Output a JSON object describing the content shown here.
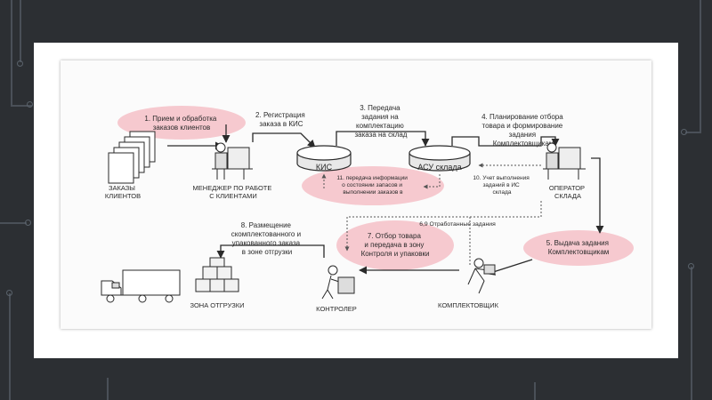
{
  "steps": {
    "s1": [
      "1. Прием и обработка",
      "заказов клиентов"
    ],
    "s2": [
      "2. Регистрация",
      "заказа в КИС"
    ],
    "s3": [
      "3. Передача",
      "задания на",
      "комплектацию",
      "заказа на склад"
    ],
    "s4": [
      "4. Планирование отбора",
      "товара и формирование",
      "задания",
      "Комплектовщикам"
    ],
    "s5": [
      "5. Выдача задания",
      "Комплектовщикам"
    ],
    "s7": [
      "7. Отбор товара",
      "и передача в зону",
      "Контроля и упаковки"
    ],
    "s8": [
      "8. Размещение",
      "скомплектованного и",
      "упакованного заказа",
      "в зоне отгрузки"
    ],
    "s10": [
      "10. Учет выполнения",
      "заданий в ИС",
      "склада"
    ],
    "s11": [
      "11. передача информации",
      "о состоянии запасов и",
      "выполнении заказов в"
    ],
    "s69": "6,9 Отработанные задания"
  },
  "actors": {
    "orders": [
      "ЗАКАЗЫ",
      "КЛИЕНТОВ"
    ],
    "manager": [
      "МЕНЕДЖЕР ПО РАБОТЕ",
      "С КЛИЕНТАМИ"
    ],
    "operator": [
      "ОПЕРАТОР",
      "СКЛАДА"
    ],
    "picker": "КОМПЛЕКТОВЩИК",
    "controller": "КОНТРОЛЕР",
    "shipping": "ЗОНА ОТГРУЗКИ"
  },
  "systems": {
    "kis": "КИС",
    "asu": "АСУ склада"
  },
  "colors": {
    "highlight": "#f6c9cf",
    "ink": "#2a2a2a",
    "background": "#2c2f33"
  }
}
